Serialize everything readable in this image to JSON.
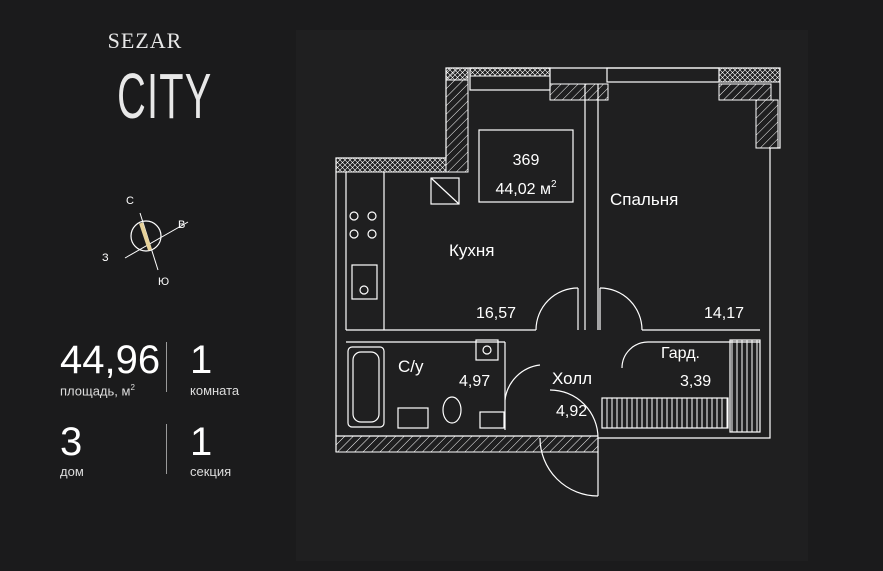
{
  "brand": {
    "name": "SEZAR",
    "sub": "CITY"
  },
  "compass": {
    "north": "С",
    "east": "В",
    "south": "Ю",
    "west": "З"
  },
  "stats": {
    "area": {
      "value": "44,96",
      "label": "площадь, м",
      "unit_sup": "2"
    },
    "rooms": {
      "value": "1",
      "label": "комната"
    },
    "house": {
      "value": "3",
      "label": "дом"
    },
    "section": {
      "value": "1",
      "label": "секция"
    }
  },
  "plan": {
    "apartment_number": "369",
    "total_area": "44,02 м",
    "total_area_sup": "2",
    "rooms": {
      "bedroom": {
        "name": "Спальня",
        "area": "14,17"
      },
      "kitchen": {
        "name": "Кухня",
        "area": "16,57"
      },
      "bathroom": {
        "name": "С/у",
        "area": "4,97"
      },
      "hall": {
        "name": "Холл",
        "area": "4,92"
      },
      "wardrobe": {
        "name": "Гард.",
        "area": "3,39"
      }
    }
  },
  "colors": {
    "background": "#1b1b1c",
    "panel": "#1f1f20",
    "line": "#ffffff"
  }
}
